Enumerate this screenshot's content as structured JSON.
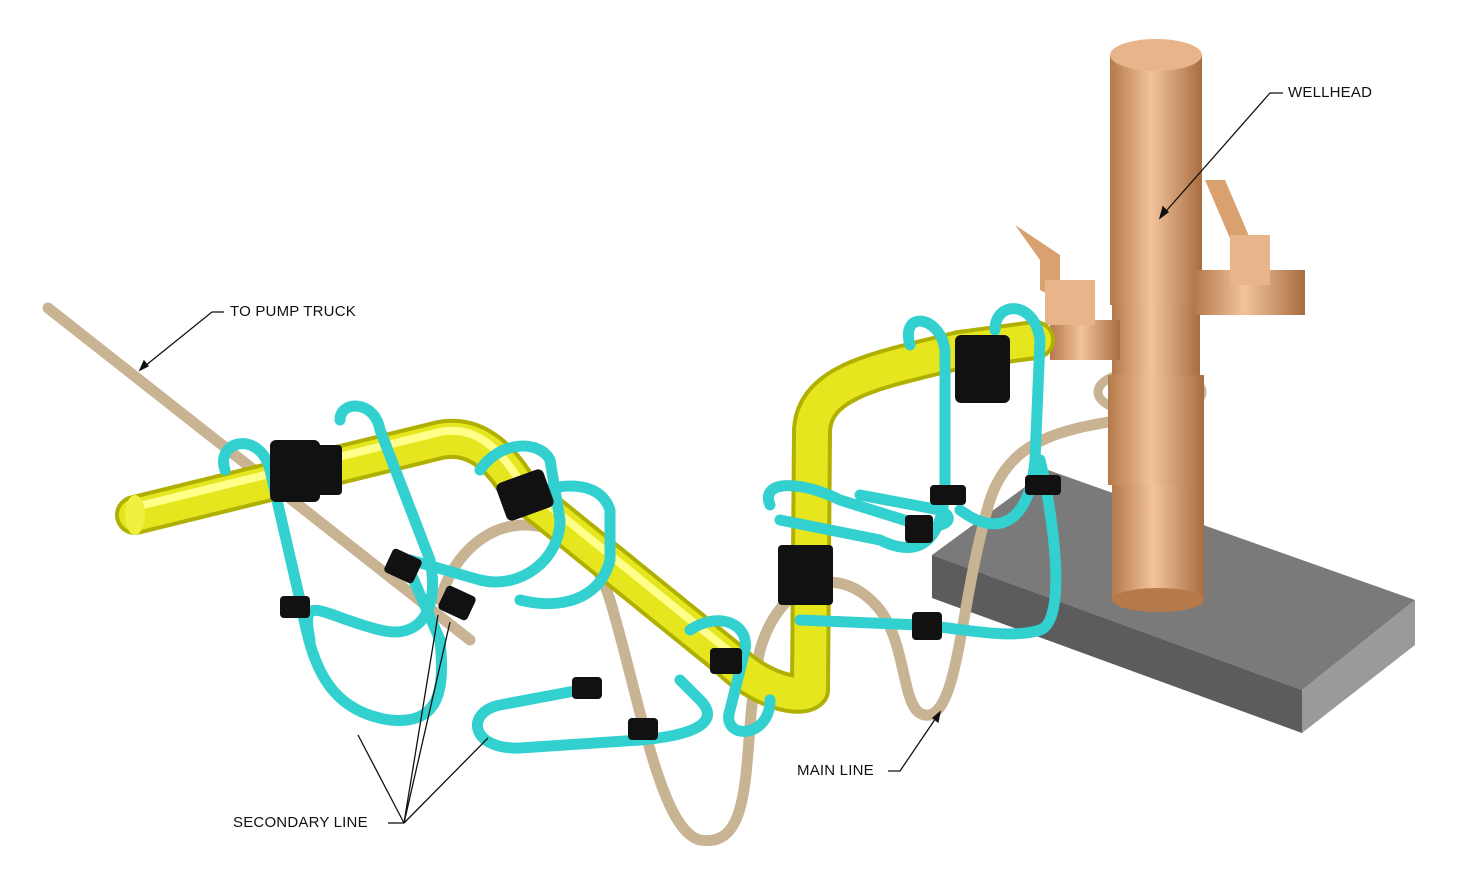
{
  "labels": {
    "wellhead": "WELLHEAD",
    "pump_truck": "TO PUMP TRUCK",
    "main_line": "MAIN LINE",
    "secondary_line": "SECONDARY LINE"
  },
  "colors": {
    "main_pipe": "#e6e61e",
    "secondary_loops": "#33d0d0",
    "main_line_hose": "#c8b493",
    "wellhead_body": "#d9a070",
    "clamps": "#111111",
    "base_block": "#6e6e6e"
  }
}
